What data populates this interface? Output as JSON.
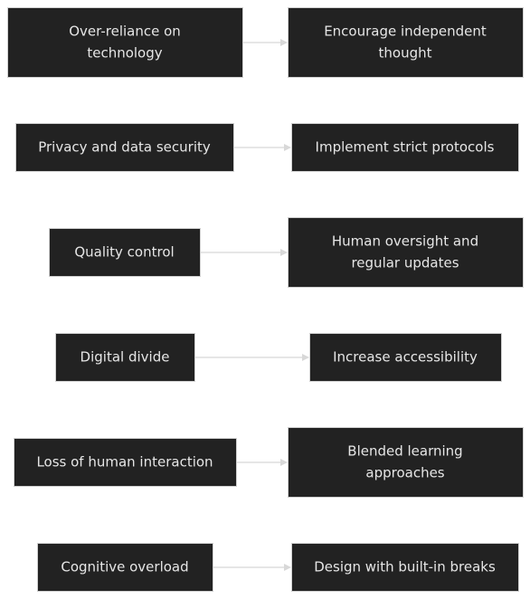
{
  "rows": [
    {
      "challenge": {
        "lines": [
          "Over-reliance on",
          "technology"
        ]
      },
      "solution": {
        "lines": [
          "Encourage independent",
          "thought"
        ]
      }
    },
    {
      "challenge": {
        "lines": [
          "Privacy and data security"
        ]
      },
      "solution": {
        "lines": [
          "Implement strict protocols"
        ]
      }
    },
    {
      "challenge": {
        "lines": [
          "Quality control"
        ]
      },
      "solution": {
        "lines": [
          "Human oversight and",
          "regular updates"
        ]
      }
    },
    {
      "challenge": {
        "lines": [
          "Digital divide"
        ]
      },
      "solution": {
        "lines": [
          "Increase accessibility"
        ]
      }
    },
    {
      "challenge": {
        "lines": [
          "Loss of human interaction"
        ]
      },
      "solution": {
        "lines": [
          "Blended learning",
          "approaches"
        ]
      }
    },
    {
      "challenge": {
        "lines": [
          "Cognitive overload"
        ]
      },
      "solution": {
        "lines": [
          "Design with built-in breaks"
        ]
      }
    }
  ],
  "colors": {
    "node_fill": "#222222",
    "node_stroke": "#cfcfcf",
    "node_text": "#e6e6e6",
    "edge": "#d8d8d8",
    "background": "#ffffff"
  }
}
